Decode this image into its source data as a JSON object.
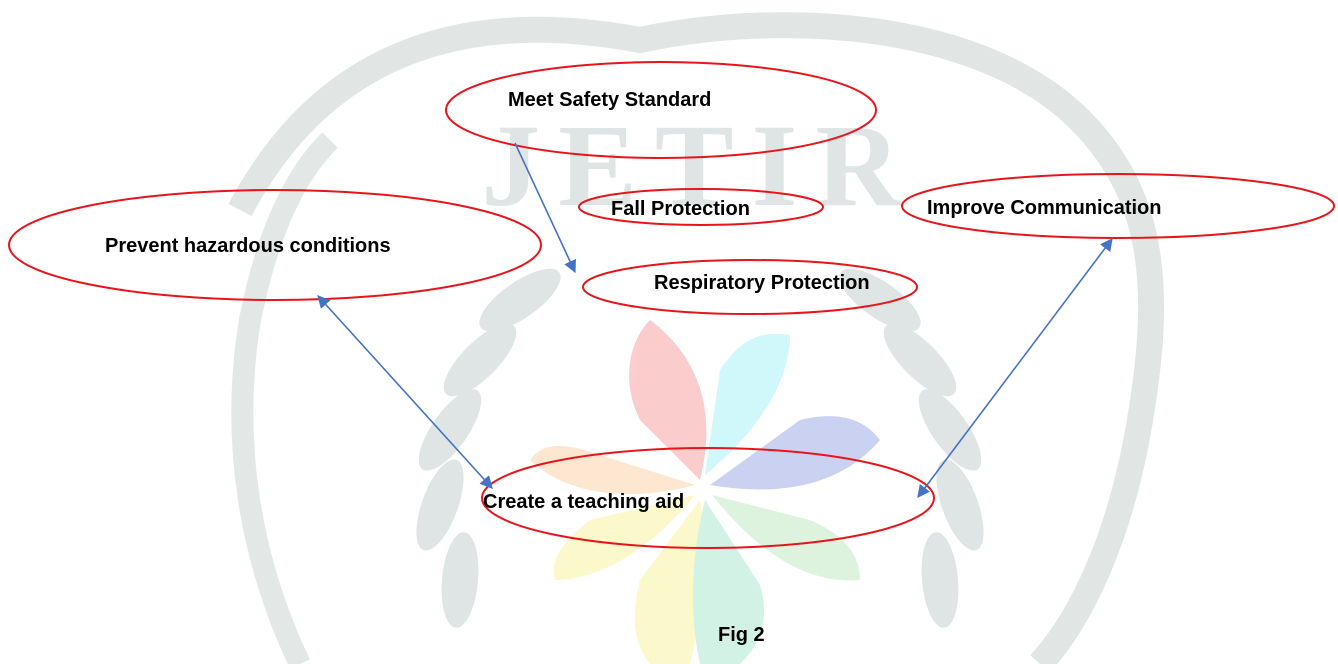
{
  "diagram": {
    "nodes": [
      {
        "id": "meet-safety-standard",
        "label": "Meet Safety Standard"
      },
      {
        "id": "fall-protection",
        "label": "Fall Protection"
      },
      {
        "id": "improve-communication",
        "label": "Improve Communication"
      },
      {
        "id": "prevent-hazardous-conditions",
        "label": "Prevent hazardous conditions"
      },
      {
        "id": "respiratory-protection",
        "label": "Respiratory Protection"
      },
      {
        "id": "create-teaching-aid",
        "label": "Create a teaching aid"
      }
    ],
    "edges": [
      {
        "from": "meet-safety-standard",
        "to": "respiratory-protection",
        "direction": "forward"
      },
      {
        "from": "prevent-hazardous-conditions",
        "to": "create-teaching-aid",
        "direction": "both"
      },
      {
        "from": "create-teaching-aid",
        "to": "improve-communication",
        "direction": "both"
      }
    ],
    "caption": "Fig 2"
  },
  "watermark": {
    "text": "JETIR",
    "petal_colors": [
      "#fbc4c4",
      "#c8f6f8",
      "#c3cbef",
      "#fde3c8",
      "#fbf7c2",
      "#c9f0e0",
      "#d8f2d8"
    ],
    "outline_color": "#c8d1cf"
  },
  "colors": {
    "ellipse_stroke": "#e8141c",
    "arrow": "#4472c4",
    "text": "#000000"
  }
}
